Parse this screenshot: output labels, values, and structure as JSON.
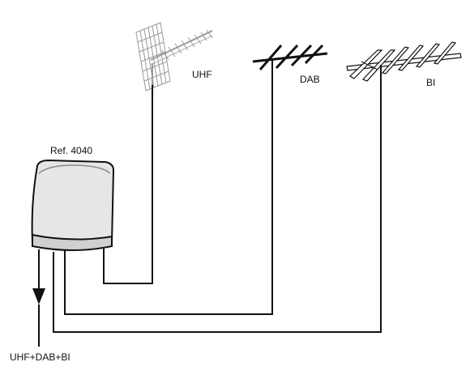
{
  "antennas": {
    "uhf_label": "UHF",
    "dab_label": "DAB",
    "bi_label": "BI"
  },
  "amplifier": {
    "ref_label": "Ref. 4040"
  },
  "output": {
    "label": "UHF+DAB+BI"
  }
}
